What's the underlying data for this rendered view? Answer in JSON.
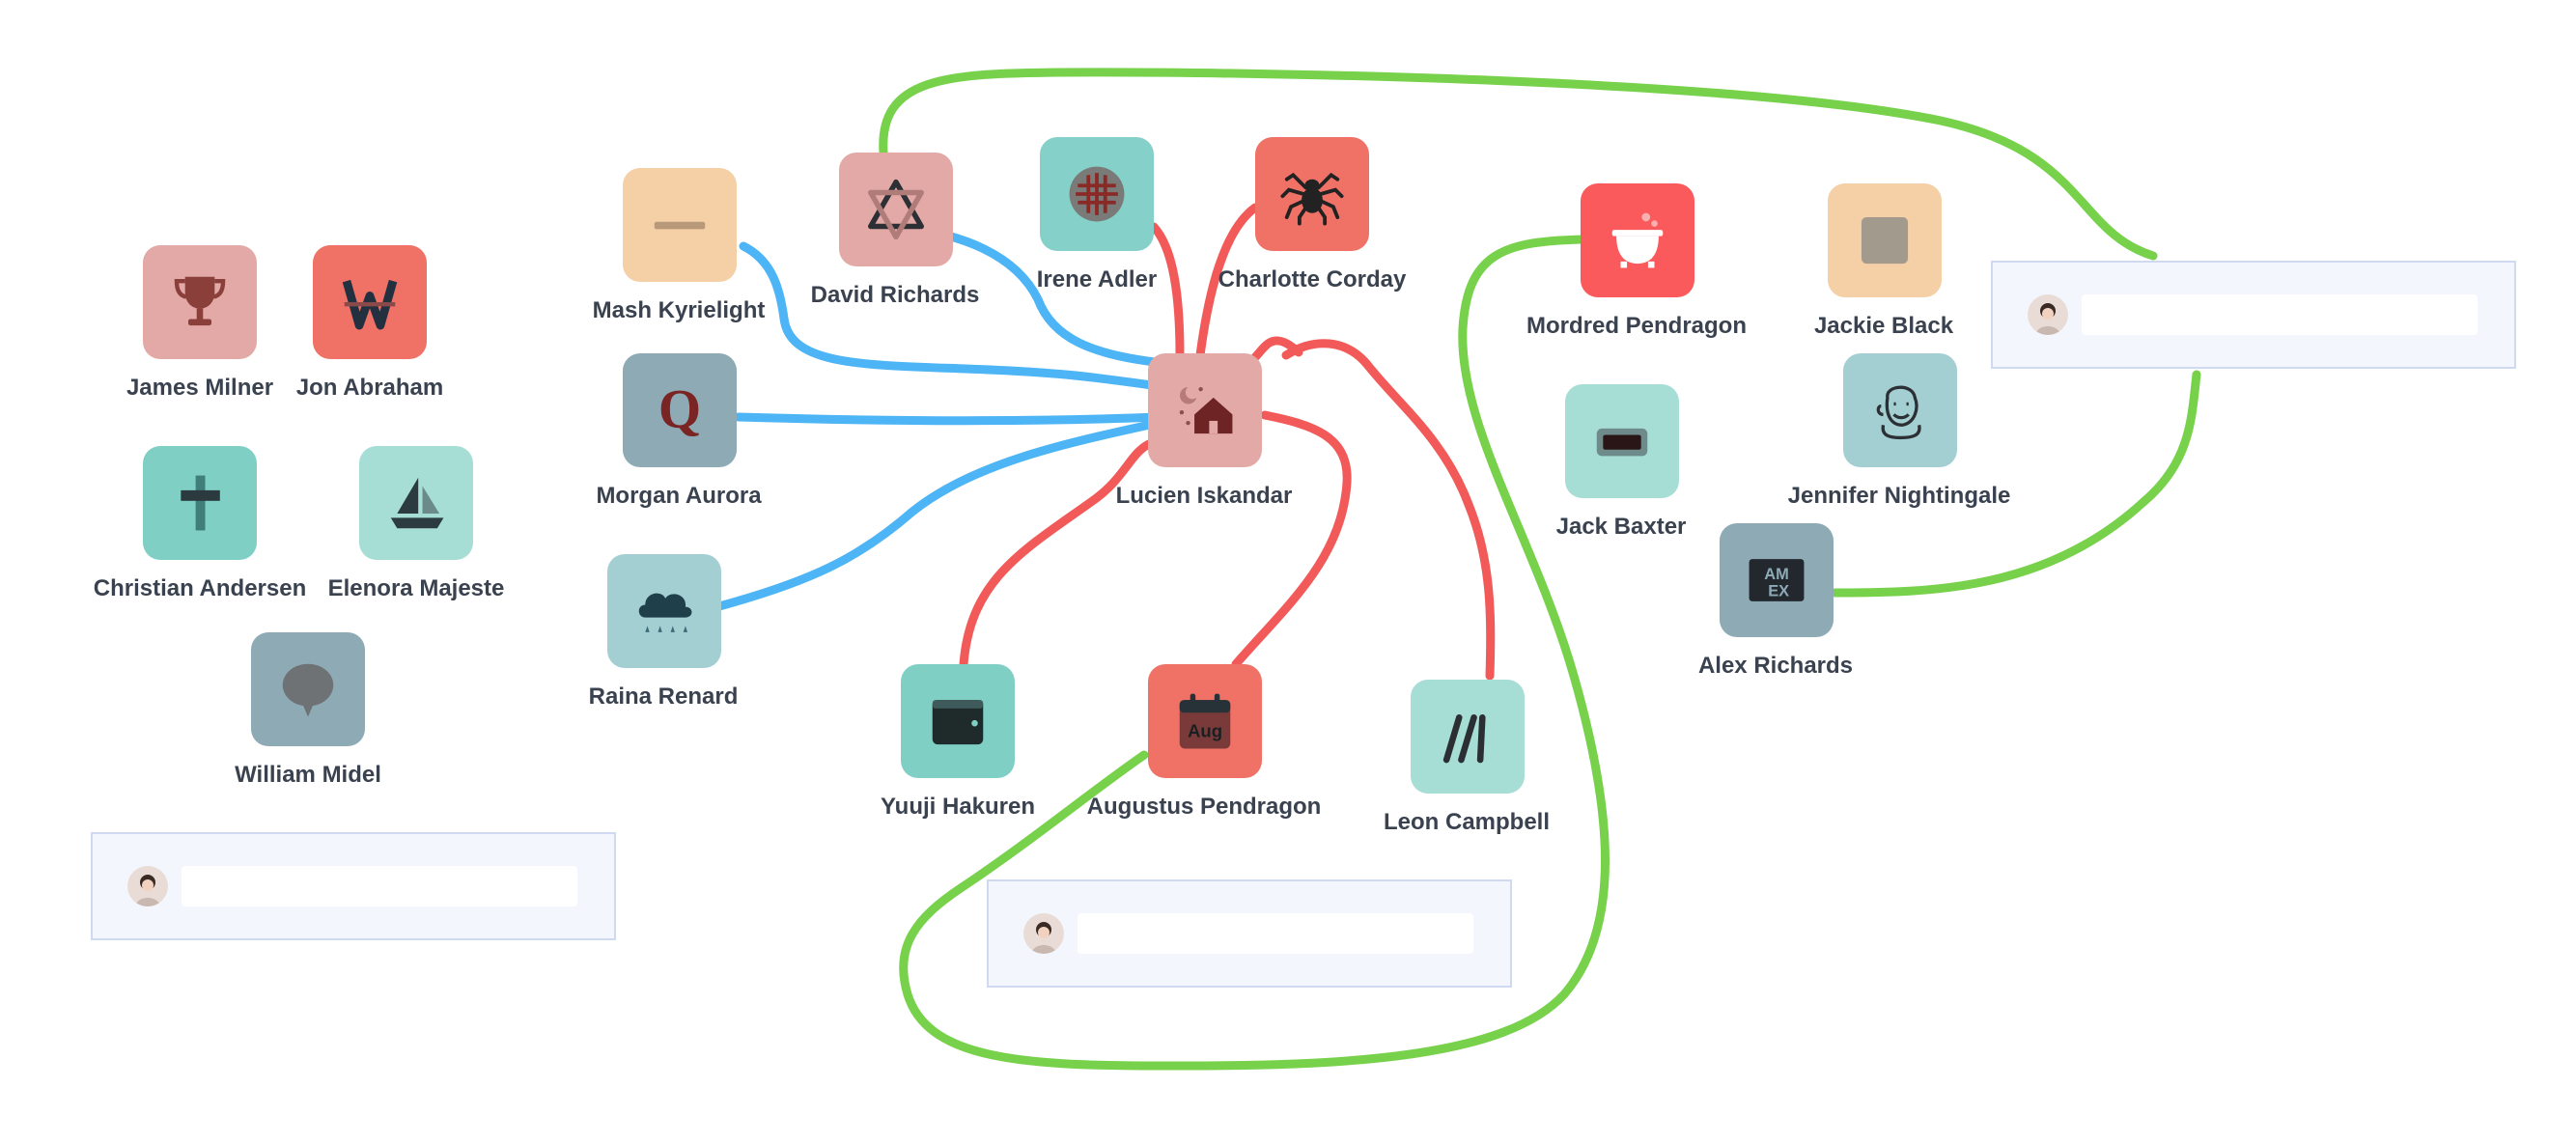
{
  "colors": {
    "blue_link": "#4db4f5",
    "red_link": "#f25a5a",
    "green_link": "#77d14b"
  },
  "nodes": [
    {
      "id": "james-milner",
      "label": "James Milner",
      "icon": "trophy-icon",
      "bg": "#e2a9a6",
      "fg": "#7e3b38"
    },
    {
      "id": "jon-abraham",
      "label": "Jon Abraham",
      "icon": "w-letter-icon",
      "bg": "#f07166",
      "fg": "#223040"
    },
    {
      "id": "christian-andersen",
      "label": "Christian Andersen",
      "icon": "cross-icon",
      "bg": "#7fcfc5",
      "fg": "#3f7f78"
    },
    {
      "id": "elenora-majeste",
      "label": "Elenora Majeste",
      "icon": "sailboat-icon",
      "bg": "#a6ddd4",
      "fg": "#2b3b40"
    },
    {
      "id": "william-midel",
      "label": "William Midel",
      "icon": "speech-bubble-icon",
      "bg": "#8daab5",
      "fg": "#6f7274"
    },
    {
      "id": "mash-kyrielight",
      "label": "Mash Kyrielight",
      "icon": "minus-icon",
      "bg": "#f5cfa6",
      "fg": "#b89a7a"
    },
    {
      "id": "david-richards",
      "label": "David Richards",
      "icon": "star-of-david-icon",
      "bg": "#e2a9a6",
      "fg": "#2c2f33"
    },
    {
      "id": "irene-adler",
      "label": "Irene Adler",
      "icon": "grid-ball-icon",
      "bg": "#85d0c8",
      "fg": "#7a2a26"
    },
    {
      "id": "charlotte-corday",
      "label": "Charlotte Corday",
      "icon": "spider-icon",
      "bg": "#f07166",
      "fg": "#222222"
    },
    {
      "id": "morgan-aurora",
      "label": "Morgan Aurora",
      "icon": "quora-icon",
      "bg": "#8daab5",
      "fg": "#7a2424"
    },
    {
      "id": "lucien-iskandar",
      "label": "Lucien Iskandar",
      "icon": "house-night-icon",
      "bg": "#e2a9a6",
      "fg": "#6e2424"
    },
    {
      "id": "raina-renard",
      "label": "Raina Renard",
      "icon": "rain-cloud-icon",
      "bg": "#a3cfd3",
      "fg": "#1f3f4a"
    },
    {
      "id": "yuuji-hakuren",
      "label": "Yuuji Hakuren",
      "icon": "wallet-icon",
      "bg": "#7fcfc5",
      "fg": "#1f2b2b"
    },
    {
      "id": "augustus-pendragon",
      "label": "Augustus Pendragon",
      "icon": "calendar-icon",
      "bg": "#f07166",
      "fg": "#263238",
      "icon_text": "Aug"
    },
    {
      "id": "leon-campbell",
      "label": "Leon Campbell",
      "icon": "linear-logo-icon",
      "bg": "#a6ddd4",
      "fg": "#2b2f33"
    },
    {
      "id": "mordred-pendragon",
      "label": "Mordred Pendragon",
      "icon": "cauldron-icon",
      "bg": "#fb5a5c",
      "fg": "#ffffff"
    },
    {
      "id": "jackie-black",
      "label": "Jackie Black",
      "icon": "square-icon",
      "bg": "#f5cfa6",
      "fg": "#a39a8e"
    },
    {
      "id": "jack-baxter",
      "label": "Jack Baxter",
      "icon": "battery-icon",
      "bg": "#a6ddd4",
      "fg": "#2c2f33"
    },
    {
      "id": "jennifer-nightingale",
      "label": "Jennifer Nightingale",
      "icon": "jenkins-icon",
      "bg": "#a3cfd3",
      "fg": "#2c2f33"
    },
    {
      "id": "alex-richards",
      "label": "Alex Richards",
      "icon": "amex-icon",
      "bg": "#8daab5",
      "fg": "#22282e"
    }
  ],
  "links": [
    {
      "from": "mash-kyrielight",
      "to": "lucien-iskandar",
      "color": "blue"
    },
    {
      "from": "david-richards",
      "to": "lucien-iskandar",
      "color": "blue"
    },
    {
      "from": "morgan-aurora",
      "to": "lucien-iskandar",
      "color": "blue"
    },
    {
      "from": "raina-renard",
      "to": "lucien-iskandar",
      "color": "blue"
    },
    {
      "from": "irene-adler",
      "to": "lucien-iskandar",
      "color": "red"
    },
    {
      "from": "charlotte-corday",
      "to": "lucien-iskandar",
      "color": "red"
    },
    {
      "from": "yuuji-hakuren",
      "to": "lucien-iskandar",
      "color": "red"
    },
    {
      "from": "augustus-pendragon",
      "to": "lucien-iskandar",
      "color": "red"
    },
    {
      "from": "leon-campbell",
      "to": "lucien-iskandar",
      "color": "red"
    },
    {
      "from": "david-richards",
      "to": "comment-right",
      "color": "green"
    },
    {
      "from": "alex-richards",
      "to": "comment-right",
      "color": "green"
    },
    {
      "from": "mordred-pendragon",
      "to": "augustus-pendragon",
      "color": "green"
    }
  ],
  "comments": [
    {
      "id": "comment-left",
      "value": "",
      "placeholder": ""
    },
    {
      "id": "comment-middle",
      "value": "",
      "placeholder": ""
    },
    {
      "id": "comment-right",
      "value": "",
      "placeholder": ""
    }
  ]
}
